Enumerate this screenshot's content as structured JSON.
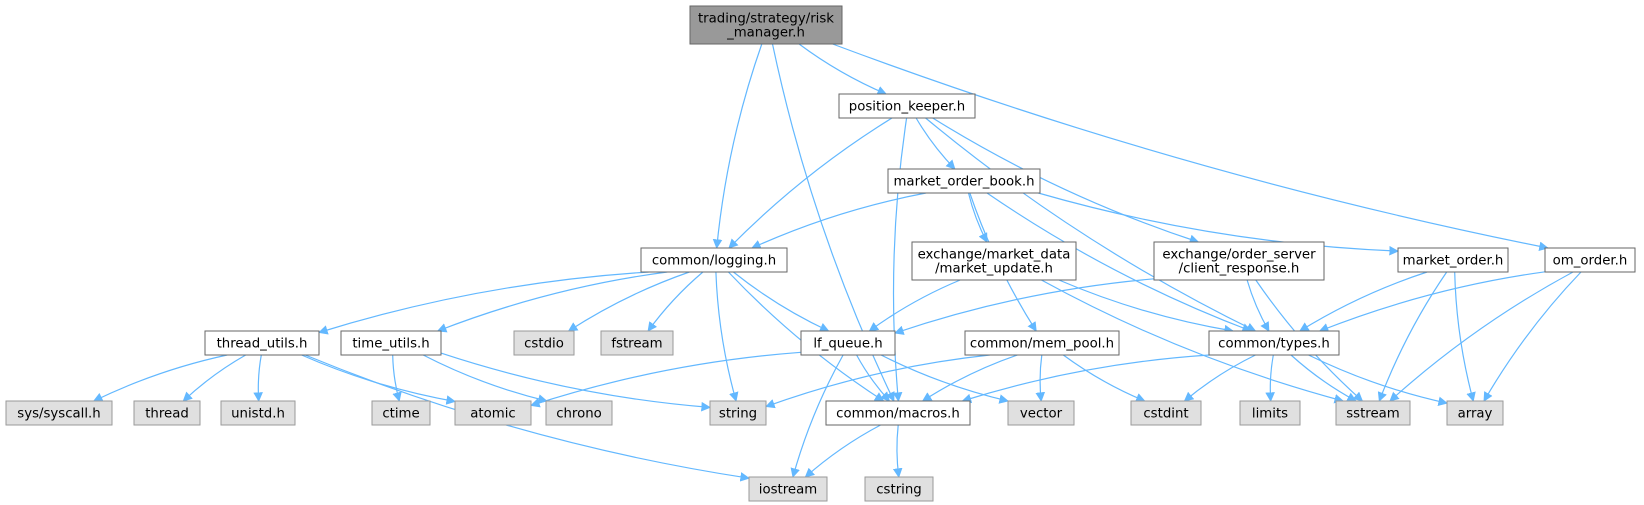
{
  "colors": {
    "edge": "#63b8ff",
    "root_fill": "#999999",
    "root_stroke": "#666666",
    "project_fill": "#ffffff",
    "project_stroke": "#666666",
    "system_fill": "#e0e0e0",
    "system_stroke": "#999999"
  },
  "nodes": [
    {
      "id": "risk_manager",
      "lines": [
        "trading/strategy/risk",
        "_manager.h"
      ],
      "kind": "root"
    },
    {
      "id": "position_keeper",
      "lines": [
        "position_keeper.h"
      ],
      "kind": "project"
    },
    {
      "id": "market_order_book",
      "lines": [
        "market_order_book.h"
      ],
      "kind": "project"
    },
    {
      "id": "logging",
      "lines": [
        "common/logging.h"
      ],
      "kind": "project"
    },
    {
      "id": "market_update",
      "lines": [
        "exchange/market_data",
        "/market_update.h"
      ],
      "kind": "project"
    },
    {
      "id": "client_response",
      "lines": [
        "exchange/order_server",
        "/client_response.h"
      ],
      "kind": "project"
    },
    {
      "id": "market_order",
      "lines": [
        "market_order.h"
      ],
      "kind": "project"
    },
    {
      "id": "om_order",
      "lines": [
        "om_order.h"
      ],
      "kind": "project"
    },
    {
      "id": "thread_utils",
      "lines": [
        "thread_utils.h"
      ],
      "kind": "project"
    },
    {
      "id": "time_utils",
      "lines": [
        "time_utils.h"
      ],
      "kind": "project"
    },
    {
      "id": "cstdio",
      "lines": [
        "cstdio"
      ],
      "kind": "system"
    },
    {
      "id": "fstream",
      "lines": [
        "fstream"
      ],
      "kind": "system"
    },
    {
      "id": "lf_queue",
      "lines": [
        "lf_queue.h"
      ],
      "kind": "project"
    },
    {
      "id": "mem_pool",
      "lines": [
        "common/mem_pool.h"
      ],
      "kind": "project"
    },
    {
      "id": "types",
      "lines": [
        "common/types.h"
      ],
      "kind": "project"
    },
    {
      "id": "syscall",
      "lines": [
        "sys/syscall.h"
      ],
      "kind": "system"
    },
    {
      "id": "thread",
      "lines": [
        "thread"
      ],
      "kind": "system"
    },
    {
      "id": "unistd",
      "lines": [
        "unistd.h"
      ],
      "kind": "system"
    },
    {
      "id": "ctime",
      "lines": [
        "ctime"
      ],
      "kind": "system"
    },
    {
      "id": "atomic",
      "lines": [
        "atomic"
      ],
      "kind": "system"
    },
    {
      "id": "chrono",
      "lines": [
        "chrono"
      ],
      "kind": "system"
    },
    {
      "id": "string",
      "lines": [
        "string"
      ],
      "kind": "system"
    },
    {
      "id": "macros",
      "lines": [
        "common/macros.h"
      ],
      "kind": "project"
    },
    {
      "id": "vector",
      "lines": [
        "vector"
      ],
      "kind": "system"
    },
    {
      "id": "cstdint",
      "lines": [
        "cstdint"
      ],
      "kind": "system"
    },
    {
      "id": "limits",
      "lines": [
        "limits"
      ],
      "kind": "system"
    },
    {
      "id": "sstream",
      "lines": [
        "sstream"
      ],
      "kind": "system"
    },
    {
      "id": "array",
      "lines": [
        "array"
      ],
      "kind": "system"
    },
    {
      "id": "iostream",
      "lines": [
        "iostream"
      ],
      "kind": "system"
    },
    {
      "id": "cstring",
      "lines": [
        "cstring"
      ],
      "kind": "system"
    }
  ],
  "edges": [
    [
      "risk_manager",
      "position_keeper"
    ],
    [
      "risk_manager",
      "logging"
    ],
    [
      "risk_manager",
      "om_order"
    ],
    [
      "risk_manager",
      "macros"
    ],
    [
      "position_keeper",
      "market_order_book"
    ],
    [
      "position_keeper",
      "logging"
    ],
    [
      "position_keeper",
      "client_response"
    ],
    [
      "position_keeper",
      "types"
    ],
    [
      "position_keeper",
      "macros"
    ],
    [
      "market_order_book",
      "logging"
    ],
    [
      "market_order_book",
      "market_update"
    ],
    [
      "market_order_book",
      "mem_pool"
    ],
    [
      "market_order_book",
      "market_order"
    ],
    [
      "market_order_book",
      "types"
    ],
    [
      "logging",
      "thread_utils"
    ],
    [
      "logging",
      "time_utils"
    ],
    [
      "logging",
      "cstdio"
    ],
    [
      "logging",
      "fstream"
    ],
    [
      "logging",
      "lf_queue"
    ],
    [
      "logging",
      "string"
    ],
    [
      "logging",
      "macros"
    ],
    [
      "market_update",
      "lf_queue"
    ],
    [
      "market_update",
      "types"
    ],
    [
      "market_update",
      "sstream"
    ],
    [
      "client_response",
      "lf_queue"
    ],
    [
      "client_response",
      "types"
    ],
    [
      "client_response",
      "sstream"
    ],
    [
      "market_order",
      "types"
    ],
    [
      "market_order",
      "sstream"
    ],
    [
      "market_order",
      "array"
    ],
    [
      "om_order",
      "types"
    ],
    [
      "om_order",
      "sstream"
    ],
    [
      "om_order",
      "array"
    ],
    [
      "thread_utils",
      "syscall"
    ],
    [
      "thread_utils",
      "thread"
    ],
    [
      "thread_utils",
      "unistd"
    ],
    [
      "thread_utils",
      "atomic"
    ],
    [
      "thread_utils",
      "iostream"
    ],
    [
      "time_utils",
      "ctime"
    ],
    [
      "time_utils",
      "chrono"
    ],
    [
      "time_utils",
      "string"
    ],
    [
      "lf_queue",
      "atomic"
    ],
    [
      "lf_queue",
      "vector"
    ],
    [
      "lf_queue",
      "iostream"
    ],
    [
      "lf_queue",
      "macros"
    ],
    [
      "mem_pool",
      "string"
    ],
    [
      "mem_pool",
      "vector"
    ],
    [
      "mem_pool",
      "cstdint"
    ],
    [
      "mem_pool",
      "macros"
    ],
    [
      "types",
      "cstdint"
    ],
    [
      "types",
      "limits"
    ],
    [
      "types",
      "sstream"
    ],
    [
      "types",
      "array"
    ],
    [
      "types",
      "macros"
    ],
    [
      "macros",
      "iostream"
    ],
    [
      "macros",
      "cstring"
    ]
  ]
}
